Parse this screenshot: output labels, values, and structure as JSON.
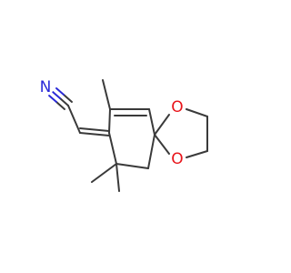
{
  "molecule": {
    "atoms": {
      "n": {
        "symbol": "N",
        "color": "#2a2ad8"
      },
      "o1": {
        "symbol": "O",
        "color": "#e8141a"
      },
      "o2": {
        "symbol": "O",
        "color": "#e8141a"
      }
    },
    "bond_color": "#3a3a3a"
  }
}
